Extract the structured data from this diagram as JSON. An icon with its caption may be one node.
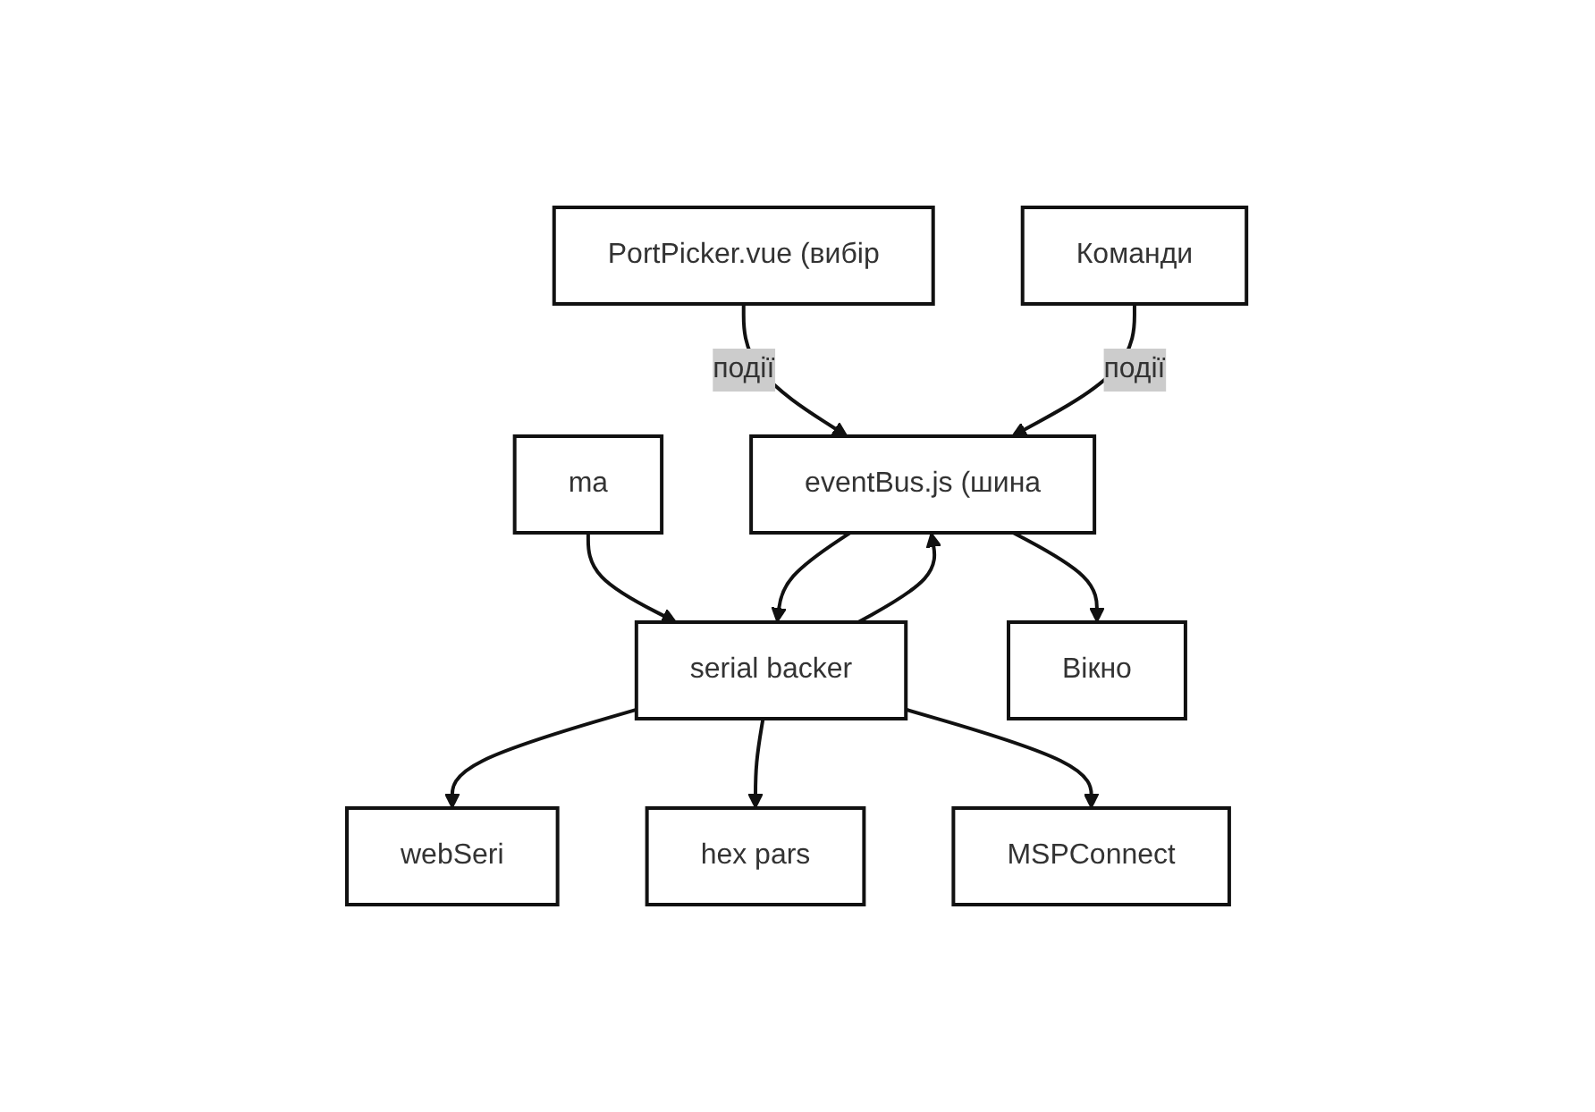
{
  "diagram": {
    "nodes": [
      {
        "text": [
          "PortPicker.vue (вибір"
        ]
      },
      {
        "text": [
          "Команди"
        ]
      },
      {
        "text": [
          "ma"
        ]
      },
      {
        "text": [
          "eventBus.js (шина"
        ]
      },
      {
        "text": [
          "serial backer"
        ]
      },
      {
        "text": [
          "Вікно"
        ]
      },
      {
        "text": [
          "webSeri"
        ]
      },
      {
        "text": [
          "hex pars"
        ]
      },
      {
        "text": [
          "MSPConnect"
        ]
      }
    ],
    "edges": [
      {
        "from": 0,
        "to": 3,
        "arrow": "to",
        "label": "події"
      },
      {
        "from": 1,
        "to": 3,
        "arrow": "to",
        "label": "події"
      },
      {
        "from": 2,
        "to": 4,
        "arrow": "to"
      },
      {
        "from": 3,
        "to": 4,
        "arrow": "to"
      },
      {
        "from": 4,
        "to": 3,
        "arrow": "to"
      },
      {
        "from": 3,
        "to": 5,
        "arrow": "to"
      },
      {
        "from": 4,
        "to": 6,
        "arrow": "to"
      },
      {
        "from": 4,
        "to": 7,
        "arrow": "to"
      },
      {
        "from": 4,
        "to": 8,
        "arrow": "to"
      }
    ]
  }
}
